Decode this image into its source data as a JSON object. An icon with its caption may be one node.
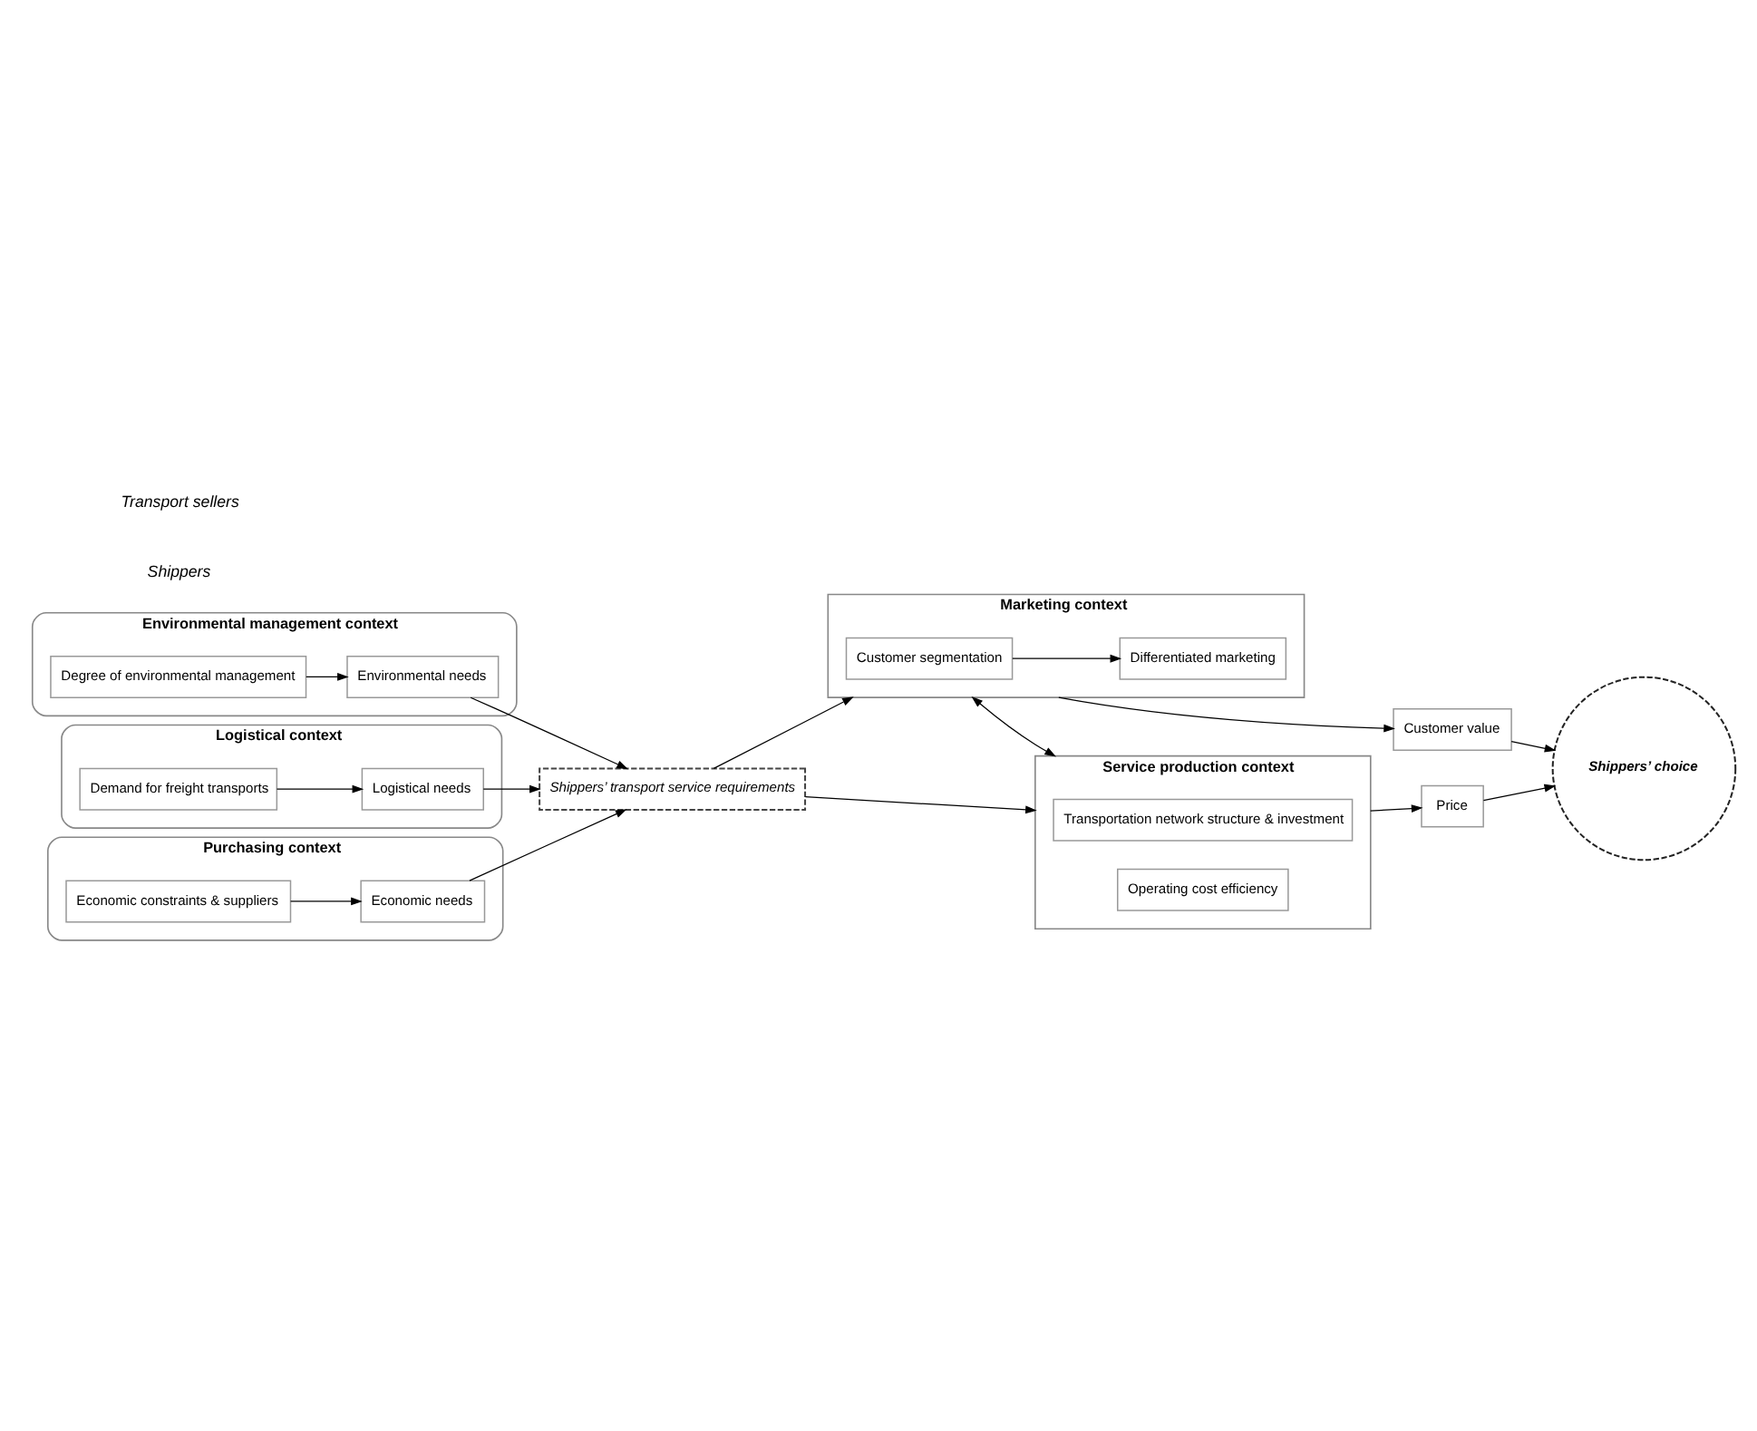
{
  "diagram": {
    "nodes": [
      {
        "text": [
          "Environmental management context"
        ]
      },
      {
        "text": [
          "Degree of environmental management"
        ],
        "in": 0
      },
      {
        "text": [
          "Environmental needs"
        ],
        "in": 0
      },
      {
        "text": [
          "Logistical context"
        ]
      },
      {
        "text": [
          "Demand for freight transports"
        ],
        "in": 3
      },
      {
        "text": [
          "Logistical needs"
        ],
        "in": 3
      },
      {
        "text": [
          "Shippers’ transport service requirements"
        ]
      },
      {
        "text": [
          "Purchasing context"
        ]
      },
      {
        "text": [
          "Economic needs"
        ],
        "in": 7
      },
      {
        "text": [
          "Economic constraints & suppliers"
        ],
        "in": 7
      },
      {
        "text": [
          "Marketing context"
        ]
      },
      {
        "text": [
          "Customer segmentation"
        ],
        "in": 10
      },
      {
        "text": [
          "Differentiated marketing"
        ],
        "in": 10
      },
      {
        "text": [
          "Customer value"
        ]
      },
      {
        "text": [
          "Shippers’ choice"
        ]
      },
      {
        "text": [
          "Service production context"
        ]
      },
      {
        "text": [
          "Transportation network structure & investment"
        ],
        "in": 15
      },
      {
        "text": [
          "Operating cost efficiency"
        ],
        "in": 15
      },
      {
        "text": [
          "Price"
        ]
      }
    ],
    "edges": [
      {
        "from": 1,
        "to": 2,
        "arrow": "to"
      },
      {
        "from": 2,
        "to": 6,
        "arrow": "to"
      },
      {
        "from": 4,
        "to": 5,
        "arrow": "to"
      },
      {
        "from": 5,
        "to": 6,
        "arrow": "to"
      },
      {
        "from": 9,
        "to": 8,
        "arrow": "to"
      },
      {
        "from": 8,
        "to": 6,
        "arrow": "to"
      },
      {
        "from": 6,
        "to": 10,
        "arrow": "to"
      },
      {
        "from": 6,
        "to": 15,
        "arrow": "to"
      },
      {
        "from": 10,
        "to": 15,
        "arrow": "both"
      },
      {
        "from": 11,
        "to": 12,
        "arrow": "to"
      },
      {
        "from": 10,
        "to": 13,
        "arrow": "to"
      },
      {
        "from": 13,
        "to": 14,
        "arrow": "to"
      },
      {
        "from": 15,
        "to": 18,
        "arrow": "to"
      },
      {
        "from": 18,
        "to": 14,
        "arrow": "to"
      }
    ],
    "labels": [
      "Shippers",
      "Transport sellers"
    ]
  }
}
